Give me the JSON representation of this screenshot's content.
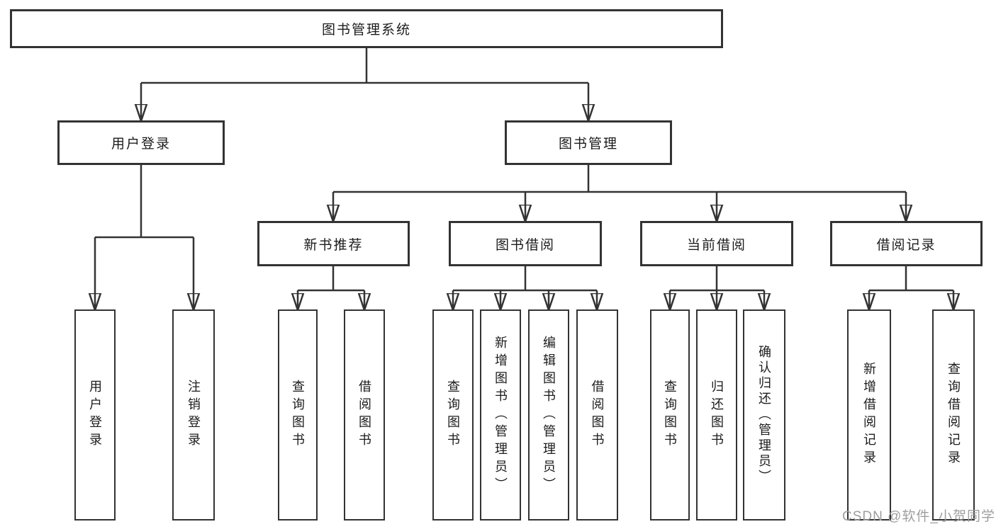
{
  "tree": {
    "root": {
      "label": "图书管理系统"
    },
    "login": {
      "label": "用户登录",
      "children": [
        "用户登录",
        "注销登录"
      ]
    },
    "management": {
      "label": "图书管理",
      "sections": [
        {
          "label": "新书推荐",
          "children": [
            "查询图书",
            "借阅图书"
          ]
        },
        {
          "label": "图书借阅",
          "children": [
            "查询图书",
            "新增图书（管理员）",
            "编辑图书（管理员）",
            "借阅图书"
          ]
        },
        {
          "label": "当前借阅",
          "children": [
            "查询图书",
            "归还图书",
            "确认归还（管理员）"
          ]
        },
        {
          "label": "借阅记录",
          "children": [
            "新增借阅记录",
            "查询借阅记录"
          ]
        }
      ]
    }
  },
  "watermark": "CSDN @软件_小贺同学",
  "colors": {
    "line": "#333333",
    "box_border": "#333333",
    "box_fill": "#ffffff",
    "text": "#1c1c1c",
    "watermark": "#9e9e9e"
  }
}
